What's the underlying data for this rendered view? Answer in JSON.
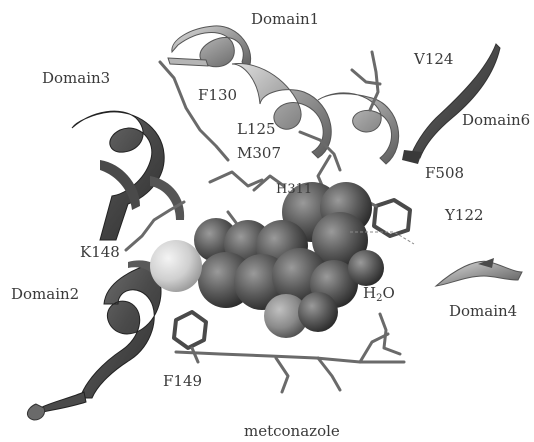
{
  "labels": {
    "domain1": "Domain1",
    "domain2": "Domain2",
    "domain3": "Domain3",
    "domain4": "Domain4",
    "domain6": "Domain6",
    "v124": "V124",
    "f130": "F130",
    "l125": "L125",
    "m307": "M307",
    "h311": "H311",
    "f508": "F508",
    "y122": "Y122",
    "k148": "K148",
    "h2o_h": "H",
    "h2o_sub": "2",
    "h2o_o": "O",
    "f149": "F149",
    "ligand": "metconazole"
  },
  "colors": {
    "ribbon_dark": "#4a4a4a",
    "ribbon_mid": "#8a8a8a",
    "ribbon_light": "#cfcfcf",
    "sphere_dark": "#555555",
    "sphere_light": "#dcdcdc",
    "stick": "#6a6a6a",
    "text": "#3a3a3a"
  }
}
